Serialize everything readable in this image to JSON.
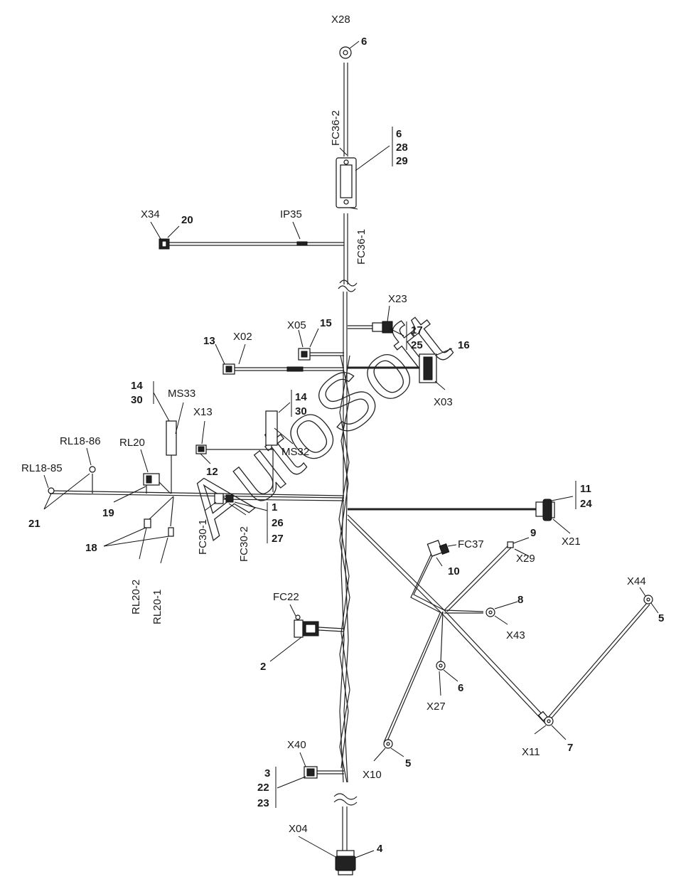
{
  "watermark": "AutoSoft",
  "labels": {
    "x28": "X28",
    "fc36_2": "FC36-2",
    "fc36_1": "FC36-1",
    "x34": "X34",
    "ip35": "IP35",
    "x23": "X23",
    "x05": "X05",
    "x02": "X02",
    "x03": "X03",
    "x13": "X13",
    "ms33": "MS33",
    "ms32": "MS32",
    "rl18_86": "RL18-86",
    "rl18_85": "RL18-85",
    "rl20": "RL20",
    "rl20_2": "RL20-2",
    "rl20_1": "RL20-1",
    "fc30_1": "FC30-1",
    "fc30_2": "FC30-2",
    "x21": "X21",
    "fc37": "FC37",
    "x29": "X29",
    "x43": "X43",
    "x44": "X44",
    "x27": "X27",
    "x10": "X10",
    "x11": "X11",
    "fc22": "FC22",
    "x40": "X40",
    "x04": "X04"
  },
  "callouts": {
    "n6_top": "6",
    "grp_fc36": [
      "6",
      "28",
      "29"
    ],
    "n20": "20",
    "n15": "15",
    "n13": "13",
    "grp_x23": [
      "17",
      "25"
    ],
    "n16": "16",
    "grp_ms33": [
      "14",
      "30"
    ],
    "grp_ms32": [
      "14",
      "30"
    ],
    "n12": "12",
    "n19": "19",
    "n21": "21",
    "n18": "18",
    "n1": "1",
    "grp_fc30": [
      "26",
      "27"
    ],
    "grp_x21": [
      "11",
      "24"
    ],
    "n9": "9",
    "n10": "10",
    "n8": "8",
    "n5_right": "5",
    "n6_mid": "6",
    "n7": "7",
    "n5_left": "5",
    "n2": "2",
    "grp_x40": [
      "3",
      "22",
      "23"
    ],
    "n4": "4"
  }
}
